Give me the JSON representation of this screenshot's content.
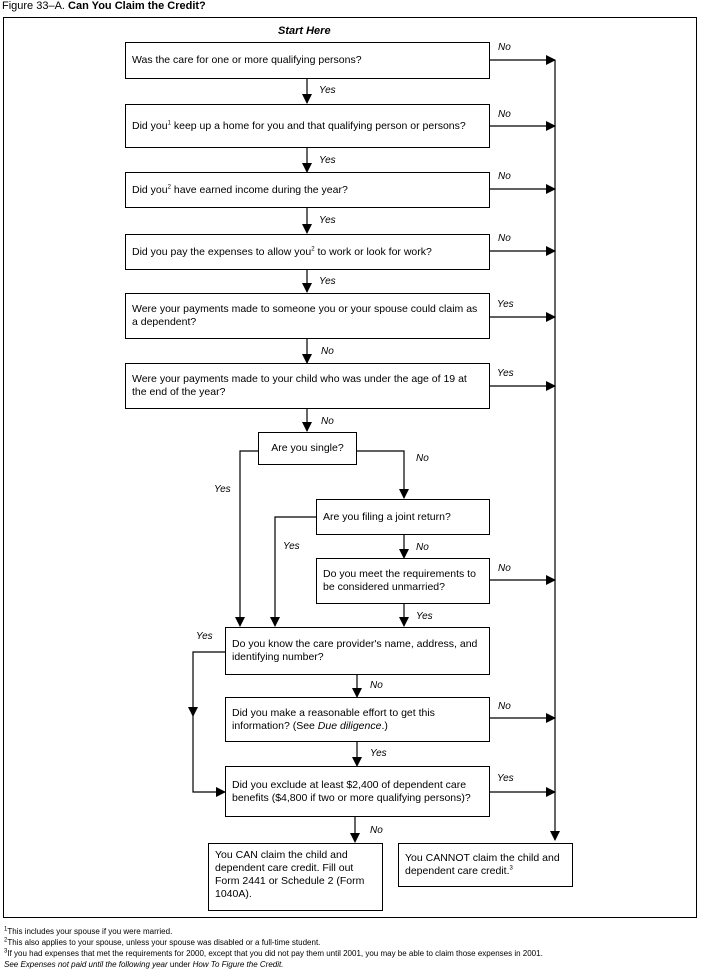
{
  "figure": {
    "number": "Figure 33–A.",
    "title": "Can You Claim the Credit?"
  },
  "start_label": "Start Here",
  "questions": {
    "q1": "Was the care for one or more qualifying persons?",
    "q2a": "Did you",
    "q2_sup": "1",
    "q2b": " keep up a home for you and that qualifying person or persons?",
    "q3a": "Did you",
    "q3_sup": "2",
    "q3b": " have earned income during the year?",
    "q4a": "Did you pay the expenses to allow you",
    "q4_sup": "2",
    "q4b": " to work or look for work?",
    "q5": "Were your payments made to someone you or your spouse could claim as a dependent?",
    "q6": "Were your payments made to your child who was under the age of 19 at the end of the year?",
    "q7": "Are you single?",
    "q8": "Are you filing a joint return?",
    "q9": "Do you meet the requirements to be considered unmarried?",
    "q10": "Do you know the care provider's name, address, and identifying number?",
    "q11a": "Did you make a reasonable effort to get this information? (See ",
    "q11_em": "Due diligence",
    "q11b": ".)",
    "q12": "Did you exclude at least $2,400 of dependent care benefits ($4,800 if two or more qualifying persons)?"
  },
  "results": {
    "can": "You CAN claim the child and dependent care credit. Fill out Form 2441 or Schedule 2 (Form 1040A).",
    "cannot": "You CANNOT claim the child and dependent care credit.",
    "cannot_sup": "3"
  },
  "labels": {
    "yes": "Yes",
    "no": "No"
  },
  "footnotes": {
    "f1_sup": "1",
    "f1": "This includes your spouse if you were married.",
    "f2_sup": "2",
    "f2": "This also applies to your spouse, unless your spouse was disabled or a full-time student.",
    "f3_sup": "3",
    "f3": "If you had expenses that met the requirements for 2000, except that you did not pay them until 2001, you may be able to claim those expenses in 2001.",
    "f3b_a": "See ",
    "f3b_em1": "Expenses not paid until the following year",
    "f3b_b": " under ",
    "f3b_em2": "How To Figure the Credit."
  }
}
